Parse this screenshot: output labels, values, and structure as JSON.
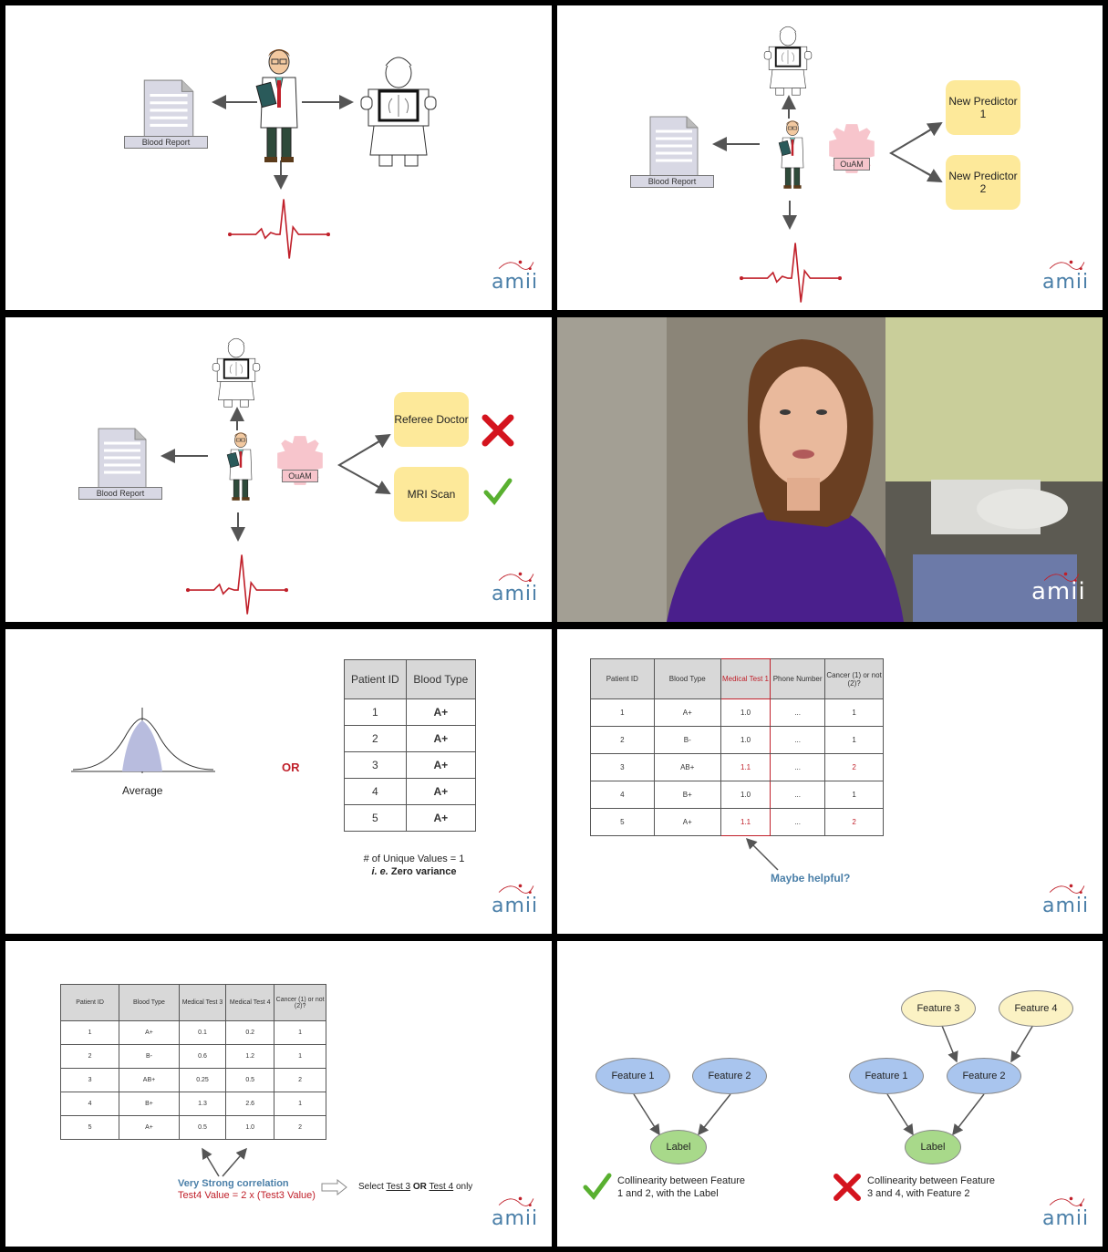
{
  "brand": {
    "logo_text": "amii",
    "accent": "#4a7fa8"
  },
  "panel1": {
    "doc_label": "Blood Report"
  },
  "panel2": {
    "doc_label": "Blood Report",
    "gear_label": "OuAM",
    "predictors": [
      "New Predictor 1",
      "New Predictor 2"
    ]
  },
  "panel3": {
    "doc_label": "Blood Report",
    "gear_label": "OuAM",
    "options": [
      {
        "label": "Referee Doctor",
        "status": "rejected"
      },
      {
        "label": "MRI Scan",
        "status": "accepted"
      }
    ]
  },
  "panel4": {
    "description_logo": "amii"
  },
  "panel5": {
    "curve_label": "Average",
    "or_text": "OR",
    "table": {
      "headers": [
        "Patient ID",
        "Blood Type"
      ],
      "rows": [
        [
          "1",
          "A+"
        ],
        [
          "2",
          "A+"
        ],
        [
          "3",
          "A+"
        ],
        [
          "4",
          "A+"
        ],
        [
          "5",
          "A+"
        ]
      ]
    },
    "note_line1": "# of Unique Values = 1",
    "note_line2_em": "i. e.",
    "note_line2_rest": "Zero variance"
  },
  "panel6": {
    "table": {
      "headers": [
        "Patient ID",
        "Blood Type",
        "Medical Test 1",
        "Phone Number",
        "Cancer (1) or not (2)?"
      ],
      "rows": [
        [
          "1",
          "A+",
          "1.0",
          "...",
          "1"
        ],
        [
          "2",
          "B-",
          "1.0",
          "...",
          "1"
        ],
        [
          "3",
          "AB+",
          "1.1",
          "...",
          "2"
        ],
        [
          "4",
          "B+",
          "1.0",
          "...",
          "1"
        ],
        [
          "5",
          "A+",
          "1.1",
          "...",
          "2"
        ]
      ]
    },
    "callout": "Maybe helpful?",
    "highlight_color": "#c0202a"
  },
  "panel7": {
    "table": {
      "headers": [
        "Patient ID",
        "Blood Type",
        "Medical Test 3",
        "Medical Test 4",
        "Cancer (1) or not (2)?"
      ],
      "rows": [
        [
          "1",
          "A+",
          "0.1",
          "0.2",
          "1"
        ],
        [
          "2",
          "B-",
          "0.6",
          "1.2",
          "1"
        ],
        [
          "3",
          "AB+",
          "0.25",
          "0.5",
          "2"
        ],
        [
          "4",
          "B+",
          "1.3",
          "2.6",
          "1"
        ],
        [
          "5",
          "A+",
          "0.5",
          "1.0",
          "2"
        ]
      ]
    },
    "corr_title": "Very Strong correlation",
    "corr_formula": "Test4 Value = 2 x (Test3 Value)",
    "select_prefix": "Select",
    "select_a": "Test 3",
    "select_or": "OR",
    "select_b": "Test 4",
    "select_suffix": "only"
  },
  "panel8": {
    "left": {
      "features": [
        "Feature 1",
        "Feature 2"
      ],
      "label": "Label",
      "caption": [
        "Collinearity between Feature",
        "1 and 2, with the Label"
      ]
    },
    "right": {
      "top_features": [
        "Feature 3",
        "Feature 4"
      ],
      "features": [
        "Feature 1",
        "Feature 2"
      ],
      "label": "Label",
      "caption": [
        "Collinearity between Feature",
        "3 and 4, with Feature 2"
      ]
    }
  }
}
